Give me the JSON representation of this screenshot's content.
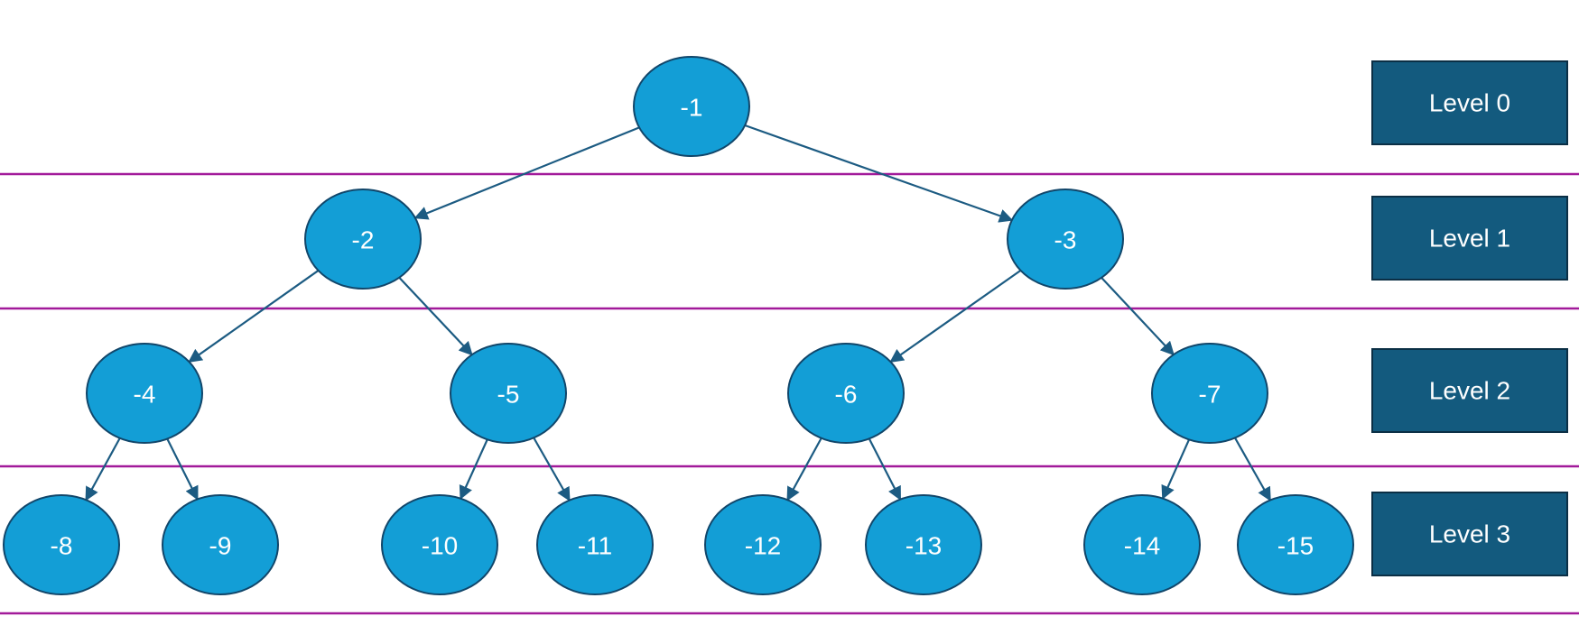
{
  "colors": {
    "node_fill": "#139ed6",
    "node_stroke": "#11466a",
    "node_text": "#ffffff",
    "edge": "#1c5b82",
    "separator": "#a21a9a",
    "level_fill": "#135a7e",
    "level_stroke": "#0b2f45",
    "level_text": "#ffffff"
  },
  "nodes": [
    {
      "id": "n1",
      "label": "-1"
    },
    {
      "id": "n2",
      "label": "-2"
    },
    {
      "id": "n3",
      "label": "-3"
    },
    {
      "id": "n4",
      "label": "-4"
    },
    {
      "id": "n5",
      "label": "-5"
    },
    {
      "id": "n6",
      "label": "-6"
    },
    {
      "id": "n7",
      "label": "-7"
    },
    {
      "id": "n8",
      "label": "-8"
    },
    {
      "id": "n9",
      "label": "-9"
    },
    {
      "id": "n10",
      "label": "-10"
    },
    {
      "id": "n11",
      "label": "-11"
    },
    {
      "id": "n12",
      "label": "-12"
    },
    {
      "id": "n13",
      "label": "-13"
    },
    {
      "id": "n14",
      "label": "-14"
    },
    {
      "id": "n15",
      "label": "-15"
    }
  ],
  "edges": [
    {
      "from": "n1",
      "to": "n2"
    },
    {
      "from": "n1",
      "to": "n3"
    },
    {
      "from": "n2",
      "to": "n4"
    },
    {
      "from": "n2",
      "to": "n5"
    },
    {
      "from": "n3",
      "to": "n6"
    },
    {
      "from": "n3",
      "to": "n7"
    },
    {
      "from": "n4",
      "to": "n8"
    },
    {
      "from": "n4",
      "to": "n9"
    },
    {
      "from": "n5",
      "to": "n10"
    },
    {
      "from": "n5",
      "to": "n11"
    },
    {
      "from": "n6",
      "to": "n12"
    },
    {
      "from": "n6",
      "to": "n13"
    },
    {
      "from": "n7",
      "to": "n14"
    },
    {
      "from": "n7",
      "to": "n15"
    }
  ],
  "levels": [
    {
      "label": "Level 0"
    },
    {
      "label": "Level 1"
    },
    {
      "label": "Level 2"
    },
    {
      "label": "Level 3"
    }
  ]
}
